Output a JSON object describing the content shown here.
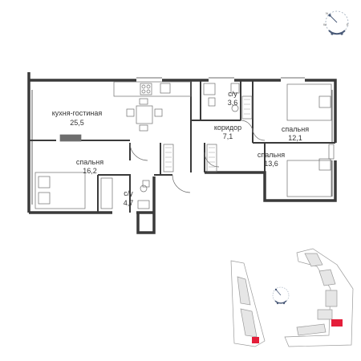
{
  "rooms": {
    "kitchen_living": {
      "name": "кухня-гостиная",
      "area": "25,5"
    },
    "bathroom_top": {
      "name": "с/у",
      "area": "3,6"
    },
    "corridor": {
      "name": "коридор",
      "area": "7,1"
    },
    "bedroom_right_top": {
      "name": "спальня",
      "area": "12,1"
    },
    "bedroom_right_bottom": {
      "name": "спальня",
      "area": "13,6"
    },
    "bedroom_left": {
      "name": "спальня",
      "area": "16,2"
    },
    "bathroom_bottom": {
      "name": "с/у",
      "area": "4,7"
    }
  },
  "compass": {
    "north": "N",
    "west": "W",
    "east": "E"
  },
  "colors": {
    "wall": "#3a3a3a",
    "highlight": "#e41e3a",
    "furniture": "#6e6e6e",
    "site": "#8a8a8a"
  }
}
